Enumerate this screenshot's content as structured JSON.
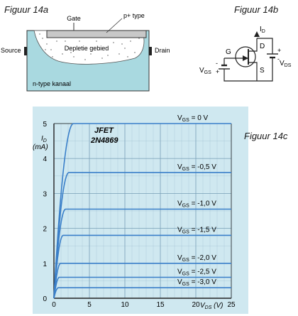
{
  "fig14a": {
    "title": "Figuur 14a",
    "gate_label": "Gate",
    "ptype_label": "p+ type",
    "depletion_label": "Depletie gebied",
    "source_label": "Source",
    "drain_label": "Drain",
    "ntype_label": "n-type kanaal",
    "colors": {
      "substrate": "#a9d9e0",
      "depletion": "#ffffff",
      "gate": "#c8c8c8"
    }
  },
  "fig14b": {
    "title": "Figuur 14b",
    "id_label": "I",
    "id_sub": "D",
    "g_label": "G",
    "d_label": "D",
    "s_label": "S",
    "vgs_label": "V",
    "vgs_sub": "GS",
    "vds_label": "V",
    "vds_sub": "DS",
    "plus": "+",
    "minus": "-"
  },
  "fig14c": {
    "title": "Figuur 14c",
    "device_line1": "JFET",
    "device_line2": "2N4869",
    "y_label": "I",
    "y_label_sub": "D",
    "y_unit": "(mA)",
    "x_label": "V",
    "x_label_sub": "DS",
    "x_unit": " (V)",
    "colors": {
      "plot_bg": "#cfe8f0",
      "grid": "#7aa0b8",
      "curve": "#3a7fc9"
    }
  },
  "chart_data": {
    "type": "line",
    "title": "JFET 2N4869",
    "xlabel": "VDS (V)",
    "ylabel": "ID (mA)",
    "xlim": [
      0,
      25
    ],
    "ylim": [
      0,
      5
    ],
    "x_ticks": [
      "0",
      "5",
      "10",
      "15",
      "20",
      "25"
    ],
    "y_ticks": [
      "0",
      "1",
      "2",
      "3",
      "4",
      "5"
    ],
    "grid": true,
    "series": [
      {
        "name": "VGS = 0 V",
        "label_prefix": "V",
        "label_sub": "GS",
        "label_value": "= 0 V",
        "sat": 5.0
      },
      {
        "name": "VGS = -0,5 V",
        "label_prefix": "V",
        "label_sub": "GS",
        "label_value": "= -0,5 V",
        "sat": 3.6
      },
      {
        "name": "VGS = -1,0 V",
        "label_prefix": "V",
        "label_sub": "GS",
        "label_value": "= -1,0 V",
        "sat": 2.55
      },
      {
        "name": "VGS = -1,5 V",
        "label_prefix": "V",
        "label_sub": "GS",
        "label_value": "= -1,5 V",
        "sat": 1.8
      },
      {
        "name": "VGS = -2,0 V",
        "label_prefix": "V",
        "label_sub": "GS",
        "label_value": "= -2,0 V",
        "sat": 1.0
      },
      {
        "name": "VGS = -2,5 V",
        "label_prefix": "V",
        "label_sub": "GS",
        "label_value": "= -2,5 V",
        "sat": 0.6
      },
      {
        "name": "VGS = -3,0 V",
        "label_prefix": "V",
        "label_sub": "GS",
        "label_value": "= -3,0 V",
        "sat": 0.3
      }
    ]
  }
}
